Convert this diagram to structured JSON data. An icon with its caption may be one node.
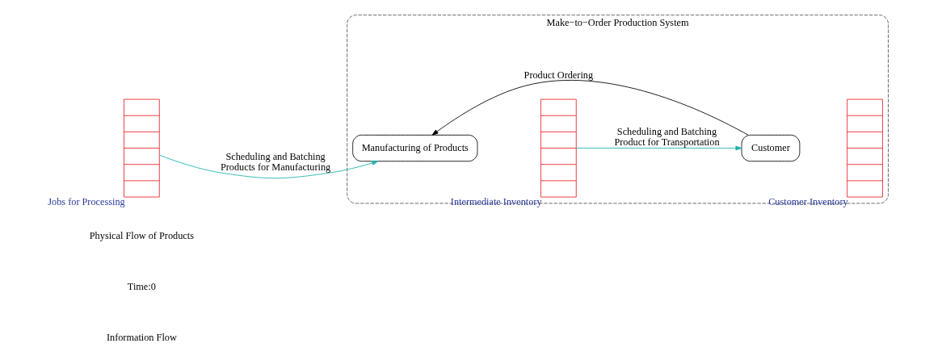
{
  "diagram": {
    "nodes": [
      {
        "text": [
          "Make−to−Order Production System"
        ]
      },
      {
        "text": [],
        "shape": "box",
        "beside": [
          "Jobs for Processing"
        ]
      },
      {
        "text": [
          "Manufacturing of Products"
        ],
        "in": 0
      },
      {
        "text": [],
        "shape": "box",
        "beside": [
          "Intermediate Inventory"
        ],
        "in": 0
      },
      {
        "text": [
          "Customer"
        ],
        "in": 0
      },
      {
        "text": [],
        "shape": "box",
        "beside": [
          "Customer Inventory"
        ],
        "in": 0
      }
    ],
    "edges": [
      {
        "from": 1,
        "to": 2,
        "arrow": "to",
        "label": "Scheduling and Batching Products for Manufacturing",
        "color": "#20b2aa"
      },
      {
        "from": 3,
        "to": 4,
        "arrow": "to",
        "label": "Scheduling and Batching Product for Transportation",
        "color": "#20b2aa"
      },
      {
        "from": 4,
        "to": 2,
        "arrow": "to",
        "label": "Product Ordering",
        "color": "#000000"
      }
    ],
    "labels": [
      "Information Flow",
      "Time:0",
      "Physical Flow of Products"
    ]
  }
}
